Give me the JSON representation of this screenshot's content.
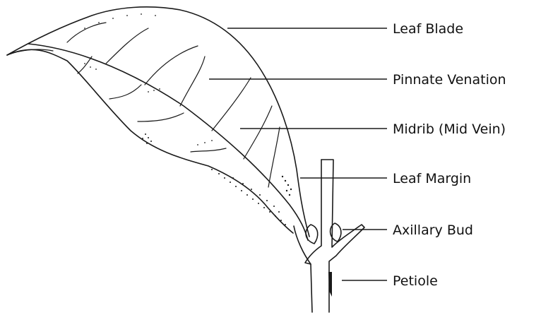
{
  "labels": {
    "leaf_blade": "Leaf Blade",
    "pinnate_venation": "Pinnate Venation",
    "midrib": "Midrib (Mid Vein)",
    "leaf_margin": "Leaf Margin",
    "axillary_bud": "Axillary Bud",
    "petiole": "Petiole"
  },
  "colors": {
    "ink": "#1a1a1a",
    "background": "#ffffff"
  }
}
